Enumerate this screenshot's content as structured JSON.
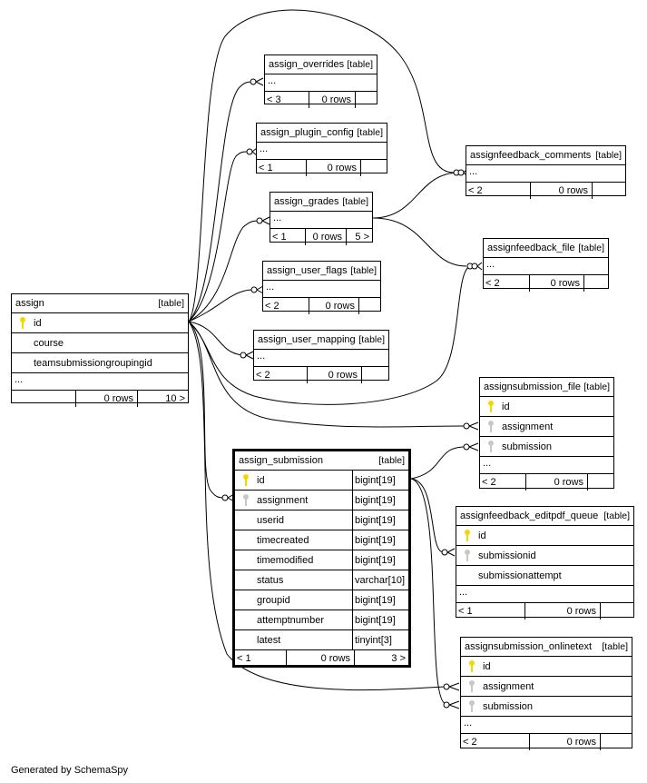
{
  "footer": "Generated by SchemaSpy",
  "colors": {
    "line": "#000000",
    "primary_key": "#f2d800",
    "foreign_key": "#c8c8c8"
  },
  "tables": {
    "assign": {
      "name": "assign",
      "kind": "[table]",
      "columns": [
        {
          "name": "id",
          "icon": "primary-key-icon"
        },
        {
          "name": "course"
        },
        {
          "name": "teamsubmissiongroupingid"
        }
      ],
      "dots": "...",
      "footer": {
        "parents": "",
        "rows": "0 rows",
        "children": "10 >"
      }
    },
    "assign_overrides": {
      "name": "assign_overrides",
      "kind": "[table]",
      "dots": "...",
      "footer": {
        "parents": "< 3",
        "rows": "0 rows",
        "children": ""
      }
    },
    "assign_plugin_config": {
      "name": "assign_plugin_config",
      "kind": "[table]",
      "dots": "...",
      "footer": {
        "parents": "< 1",
        "rows": "0 rows",
        "children": ""
      }
    },
    "assign_grades": {
      "name": "assign_grades",
      "kind": "[table]",
      "dots": "...",
      "footer": {
        "parents": "< 1",
        "rows": "0 rows",
        "children": "5 >"
      }
    },
    "assign_user_flags": {
      "name": "assign_user_flags",
      "kind": "[table]",
      "dots": "...",
      "footer": {
        "parents": "< 2",
        "rows": "0 rows",
        "children": ""
      }
    },
    "assign_user_mapping": {
      "name": "assign_user_mapping",
      "kind": "[table]",
      "dots": "...",
      "footer": {
        "parents": "< 2",
        "rows": "0 rows",
        "children": ""
      }
    },
    "assignfeedback_comments": {
      "name": "assignfeedback_comments",
      "kind": "[table]",
      "dots": "...",
      "footer": {
        "parents": "< 2",
        "rows": "0 rows",
        "children": ""
      }
    },
    "assignfeedback_file": {
      "name": "assignfeedback_file",
      "kind": "[table]",
      "dots": "...",
      "footer": {
        "parents": "< 2",
        "rows": "0 rows",
        "children": ""
      }
    },
    "assignsubmission_file": {
      "name": "assignsubmission_file",
      "kind": "[table]",
      "columns": [
        {
          "name": "id",
          "icon": "primary-key-icon"
        },
        {
          "name": "assignment",
          "icon": "foreign-key-icon"
        },
        {
          "name": "submission",
          "icon": "foreign-key-icon"
        }
      ],
      "dots": "...",
      "footer": {
        "parents": "< 2",
        "rows": "0 rows",
        "children": ""
      }
    },
    "assign_submission": {
      "name": "assign_submission",
      "kind": "[table]",
      "columns": [
        {
          "name": "id",
          "type": "bigint[19]",
          "icon": "primary-key-icon"
        },
        {
          "name": "assignment",
          "type": "bigint[19]",
          "icon": "foreign-key-icon"
        },
        {
          "name": "userid",
          "type": "bigint[19]"
        },
        {
          "name": "timecreated",
          "type": "bigint[19]"
        },
        {
          "name": "timemodified",
          "type": "bigint[19]"
        },
        {
          "name": "status",
          "type": "varchar[10]"
        },
        {
          "name": "groupid",
          "type": "bigint[19]"
        },
        {
          "name": "attemptnumber",
          "type": "bigint[19]"
        },
        {
          "name": "latest",
          "type": "tinyint[3]"
        }
      ],
      "footer": {
        "parents": "< 1",
        "rows": "0 rows",
        "children": "3 >"
      }
    },
    "assignfeedback_editpdf_queue": {
      "name": "assignfeedback_editpdf_queue",
      "kind": "[table]",
      "columns": [
        {
          "name": "id",
          "icon": "primary-key-icon"
        },
        {
          "name": "submissionid",
          "icon": "foreign-key-icon"
        },
        {
          "name": "submissionattempt"
        }
      ],
      "dots": "...",
      "footer": {
        "parents": "< 1",
        "rows": "0 rows",
        "children": ""
      }
    },
    "assignsubmission_onlinetext": {
      "name": "assignsubmission_onlinetext",
      "kind": "[table]",
      "columns": [
        {
          "name": "id",
          "icon": "primary-key-icon"
        },
        {
          "name": "assignment",
          "icon": "foreign-key-icon"
        },
        {
          "name": "submission",
          "icon": "foreign-key-icon"
        }
      ],
      "dots": "...",
      "footer": {
        "parents": "< 2",
        "rows": "0 rows",
        "children": ""
      }
    }
  }
}
